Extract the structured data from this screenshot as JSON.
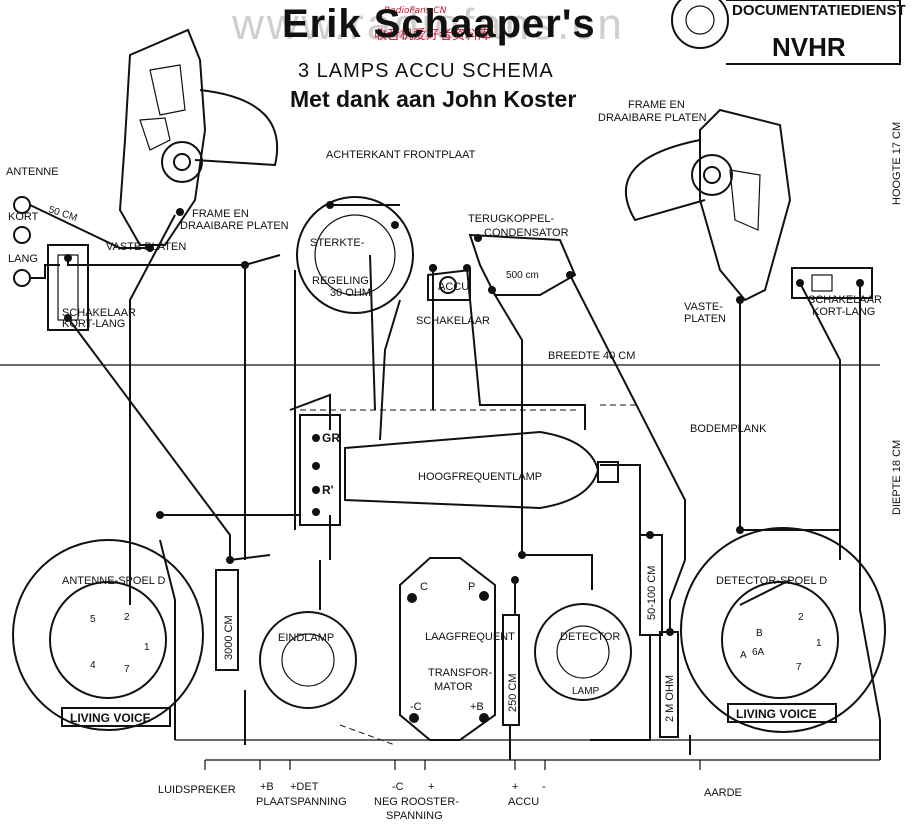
{
  "header": {
    "watermark": "www.radiofans.cn",
    "watermark_small_top": "RadioFans.CN",
    "watermark_small": "收音机爱好者资料库",
    "title_main": "Erik Schaaper's",
    "title_sub": "3 LAMPS ACCU SCHEMA",
    "credit": "Met dank aan John Koster"
  },
  "stamp": {
    "line1": "DOCUMENTATIEDIENST",
    "line2": "NVHR"
  },
  "labels": {
    "antenne": "ANTENNE",
    "kort": "KORT",
    "lang": "LANG",
    "fifty_cm": "50 CM",
    "frame_left_1": "FRAME EN",
    "frame_left_2": "DRAAIBARE PLATEN",
    "vaste_platen_left": "VASTE PLATEN",
    "schakelaar_left_1": "SCHAKELAAR",
    "schakelaar_left_2": "KORT-LANG",
    "achterkant": "ACHTERKANT FRONTPLAAT",
    "sterkte_1": "STERKTE-",
    "sterkte_2": "REGELING",
    "sterkte_3": "30 OHM",
    "accu_schakelaar_1": "ACCU",
    "accu_schakelaar_2": "SCHAKELAAR",
    "terugkoppel_1": "TERUGKOPPEL-",
    "terugkoppel_2": "CONDENSATOR",
    "cap_500": "500 cm",
    "frame_right_1": "FRAME EN",
    "frame_right_2": "DRAAIBARE PLATEN",
    "vaste_platen_right_1": "VASTE-",
    "vaste_platen_right_2": "PLATEN",
    "schakelaar_right_1": "SCHAKELAAR",
    "schakelaar_right_2": "KORT-LANG",
    "hoogte": "HOOGTE 17 CM",
    "breedte": "BREEDTE 40 CM",
    "bodemplank": "BODEMPLANK",
    "diepte": "DIEPTE 18 CM",
    "gr": "GR",
    "r_prime": "R'",
    "hf_lamp": "HOOGFREQUENTLAMP",
    "antenne_spoel": "ANTENNE-SPOEL D",
    "living_voice_left": "LIVING VOICE",
    "c3000": "3000 CM",
    "eindlamp": "EINDLAMP",
    "lf_trafo_1": "LAAGFREQUENT",
    "lf_trafo_2": "TRANSFOR-",
    "lf_trafo_3": "MATOR",
    "pin_c": "C",
    "pin_p": "P",
    "pin_minus_c": "-C",
    "pin_plus_b": "+B",
    "c250": "250 CM",
    "detector_1": "DETECTOR",
    "detector_2": "LAMP",
    "c50_100": "50-100 CM",
    "r2m": "2 M OHM",
    "detector_spoel": "DETECTOR-SPOEL D",
    "living_voice_right": "LIVING VOICE",
    "coil_pins_left": [
      "5",
      "2",
      "1",
      "4",
      "7"
    ],
    "coil_pins_right": [
      "B",
      "6A",
      "A",
      "2",
      "1",
      "7"
    ],
    "bottom_luidspreker": "LUIDSPREKER",
    "bottom_plus_b": "+B",
    "bottom_plus_det": "+DET",
    "bottom_plaatspanning": "PLAATSPANNING",
    "bottom_minus_c": "-C",
    "bottom_plus": "+",
    "bottom_neg": "NEG ROOSTER-",
    "bottom_spanning": "SPANNING",
    "bottom_accu_plus": "+",
    "bottom_accu_minus": "-",
    "bottom_accu": "ACCU",
    "bottom_aarde": "AARDE"
  }
}
